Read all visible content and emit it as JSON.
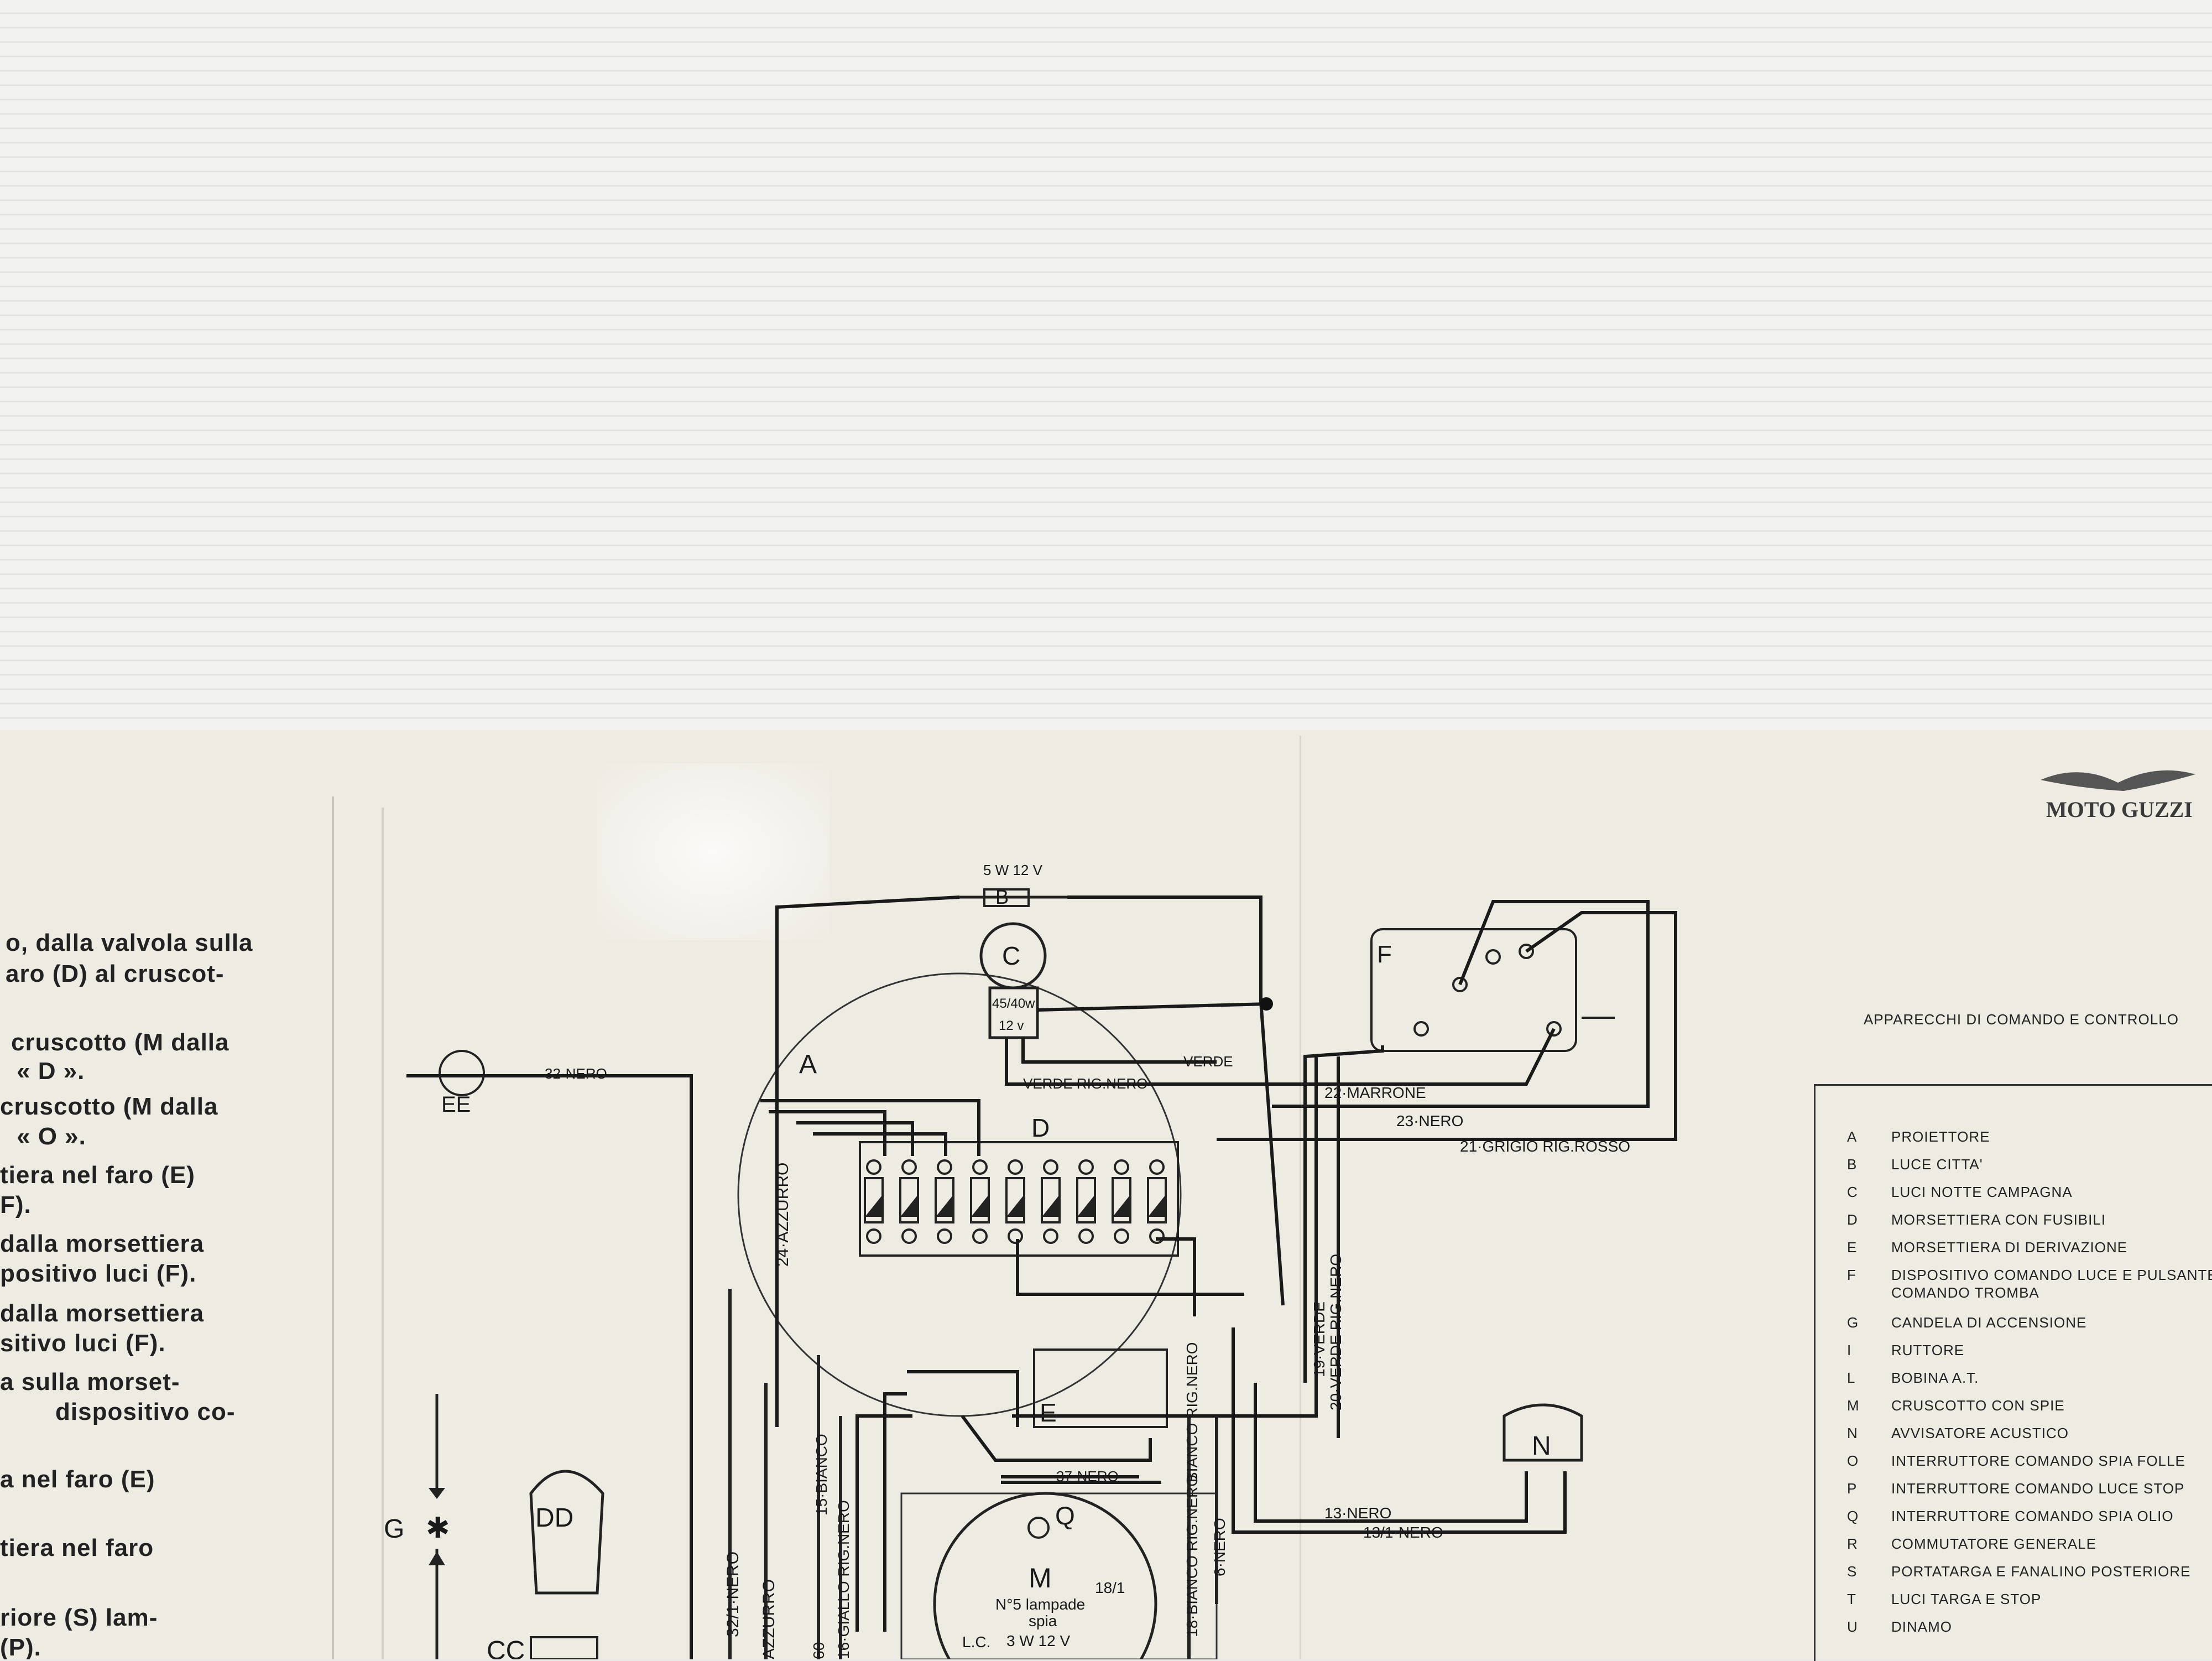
{
  "left_page_lines": [
    "o, dalla valvola sulla",
    "aro (D) al cruscot-",
    "cruscotto (M dalla",
    "« D ».",
    "cruscotto (M dalla",
    "« O ».",
    "tiera nel faro (E)",
    "F).",
    "dalla morsettiera",
    "positivo luci (F).",
    "dalla morsettiera",
    "sitivo luci (F).",
    "a sulla morset-",
    "dispositivo co-",
    "a nel faro (E)",
    "tiera nel faro",
    "riore (S) lam-",
    "(P)."
  ],
  "brand": "MOTO GUZZI",
  "components": {
    "A": "A",
    "B": "B",
    "C": "C",
    "D": "D",
    "E": "E",
    "EE": "EE",
    "F": "F",
    "G": "G",
    "DD": "DD",
    "CC": "CC",
    "M": "M",
    "N": "N",
    "Q": "Q"
  },
  "component_specs": {
    "bulb_B": "5 W 12 V",
    "bulb_C_watts": "45/40w",
    "bulb_C_volts": "12 v",
    "dash_M_line1": "N°5 lampade",
    "dash_M_line2": "spia",
    "dash_M_line3": "3 W 12 V",
    "dash_lc": "L.C.",
    "dash_terminal": "18/1"
  },
  "wire_labels": {
    "w32": "32·NERO",
    "w22": "22·MARRONE",
    "w23": "23·NERO",
    "w21": "21·GRIGIO RIG.ROSSO",
    "verde": "VERDE",
    "verde_rig_nero": "VERDE RIG.NERO",
    "w24": "24·AZZURRO",
    "w19": "19·VERDE",
    "w20": "20·VERDE RIG.NERO",
    "w13": "13·NERO",
    "w13_1": "13/1·NERO",
    "w37": "37·NERO",
    "w15": "15·BIANCO",
    "w16": "16·GIALLO RIG.NERO",
    "w32_1": "32/1·NERO",
    "w18": "18·BIANCO RIG.NERO",
    "w6": "6·NERO",
    "w_azzurro": "AZZURRO",
    "w60": "60",
    "w_bianco_rig_nero": "BIANCO RIG.NERO"
  },
  "legend": {
    "title": "APPARECCHI DI COMANDO E CONTROLLO",
    "items": [
      {
        "key": "A",
        "label": "PROIETTORE"
      },
      {
        "key": "B",
        "label": "LUCE CITTA'"
      },
      {
        "key": "C",
        "label": "LUCI NOTTE CAMPAGNA"
      },
      {
        "key": "D",
        "label": "MORSETTIERA CON FUSIBILI"
      },
      {
        "key": "E",
        "label": "MORSETTIERA DI DERIVAZIONE"
      },
      {
        "key": "F",
        "label": "DISPOSITIVO COMANDO LUCE E PULSANTE"
      },
      {
        "key": "",
        "label": "COMANDO TROMBA"
      },
      {
        "key": "G",
        "label": "CANDELA DI ACCENSIONE"
      },
      {
        "key": "I",
        "label": "RUTTORE"
      },
      {
        "key": "L",
        "label": "BOBINA A.T."
      },
      {
        "key": "M",
        "label": "CRUSCOTTO CON SPIE"
      },
      {
        "key": "N",
        "label": "AVVISATORE ACUSTICO"
      },
      {
        "key": "O",
        "label": "INTERRUTTORE COMANDO SPIA FOLLE"
      },
      {
        "key": "P",
        "label": "INTERRUTTORE COMANDO LUCE STOP"
      },
      {
        "key": "Q",
        "label": "INTERRUTTORE COMANDO SPIA OLIO"
      },
      {
        "key": "R",
        "label": "COMMUTATORE GENERALE"
      },
      {
        "key": "S",
        "label": "PORTATARGA E FANALINO POSTERIORE"
      },
      {
        "key": "T",
        "label": "LUCI TARGA E STOP"
      },
      {
        "key": "U",
        "label": "DINAMO"
      }
    ]
  }
}
